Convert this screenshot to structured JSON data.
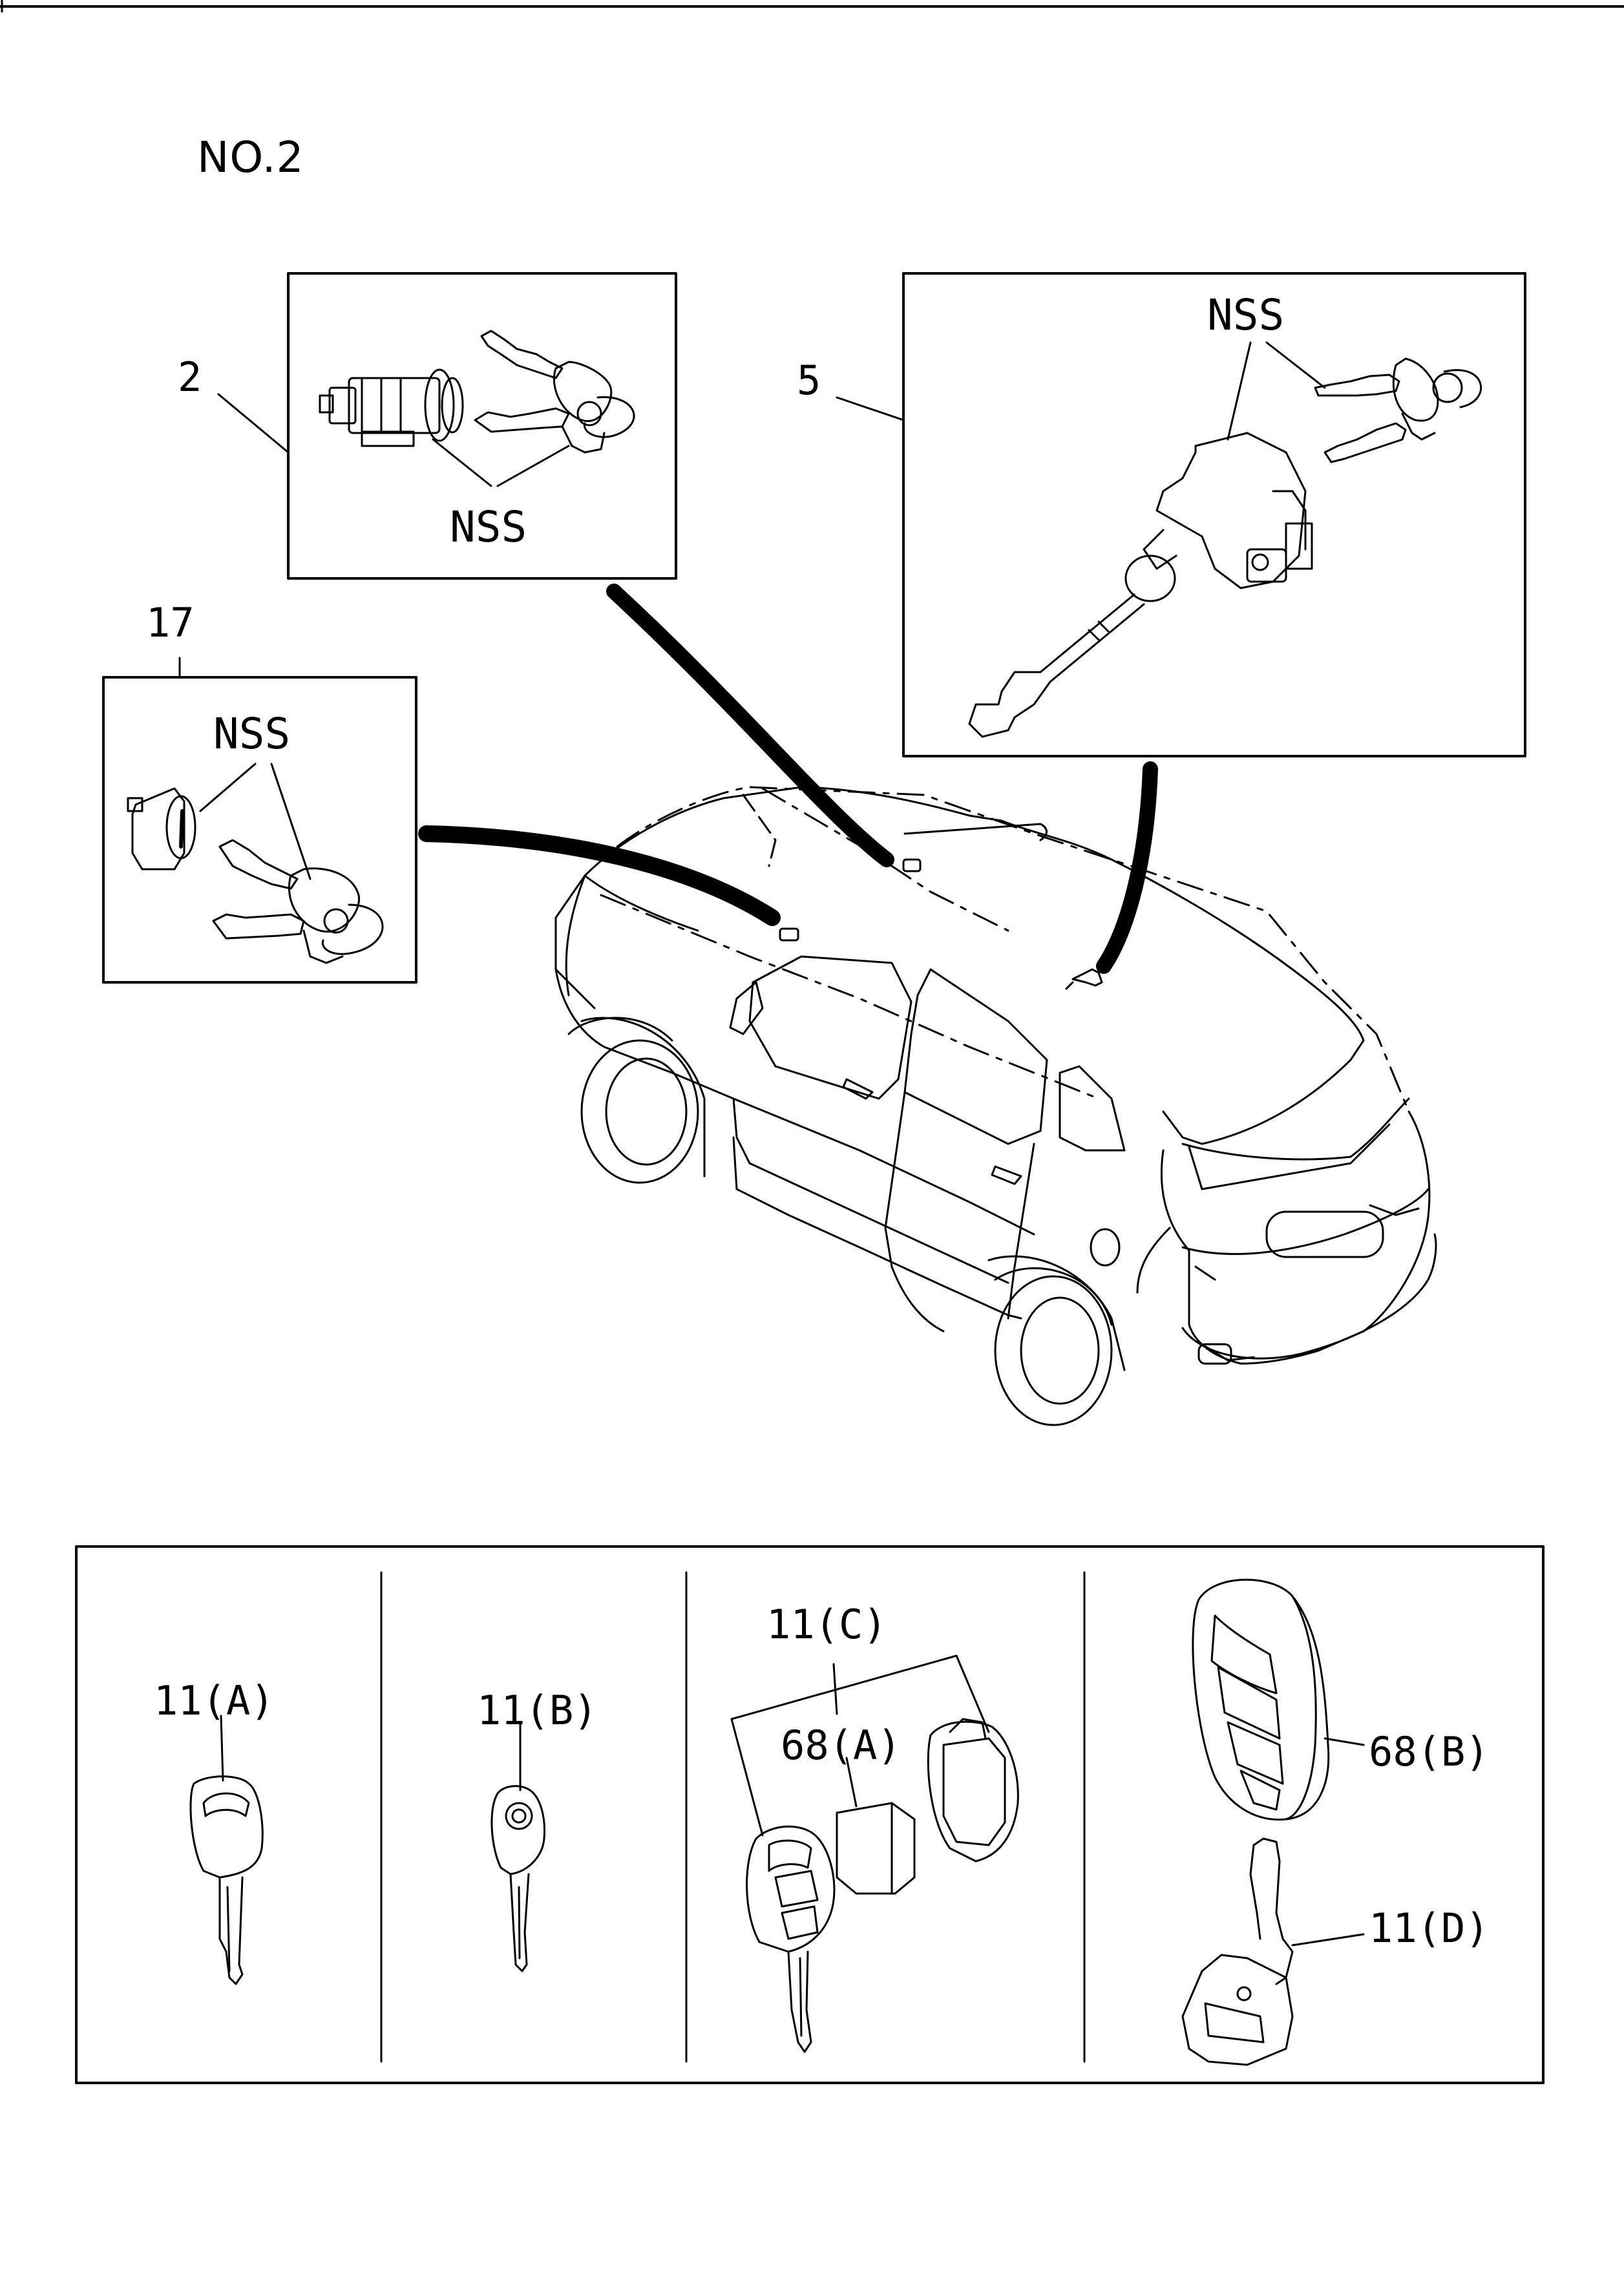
{
  "page": {
    "title": "NO.2"
  },
  "callouts": {
    "c2": "2",
    "c5": "5",
    "c17": "17",
    "nss_2": "NSS",
    "nss_5": "NSS",
    "nss_17": "NSS"
  },
  "keys": {
    "k11a": "11(A)",
    "k11b": "11(B)",
    "k11c": "11(C)",
    "k68a": "68(A)",
    "k68b": "68(B)",
    "k11d": "11(D)"
  }
}
